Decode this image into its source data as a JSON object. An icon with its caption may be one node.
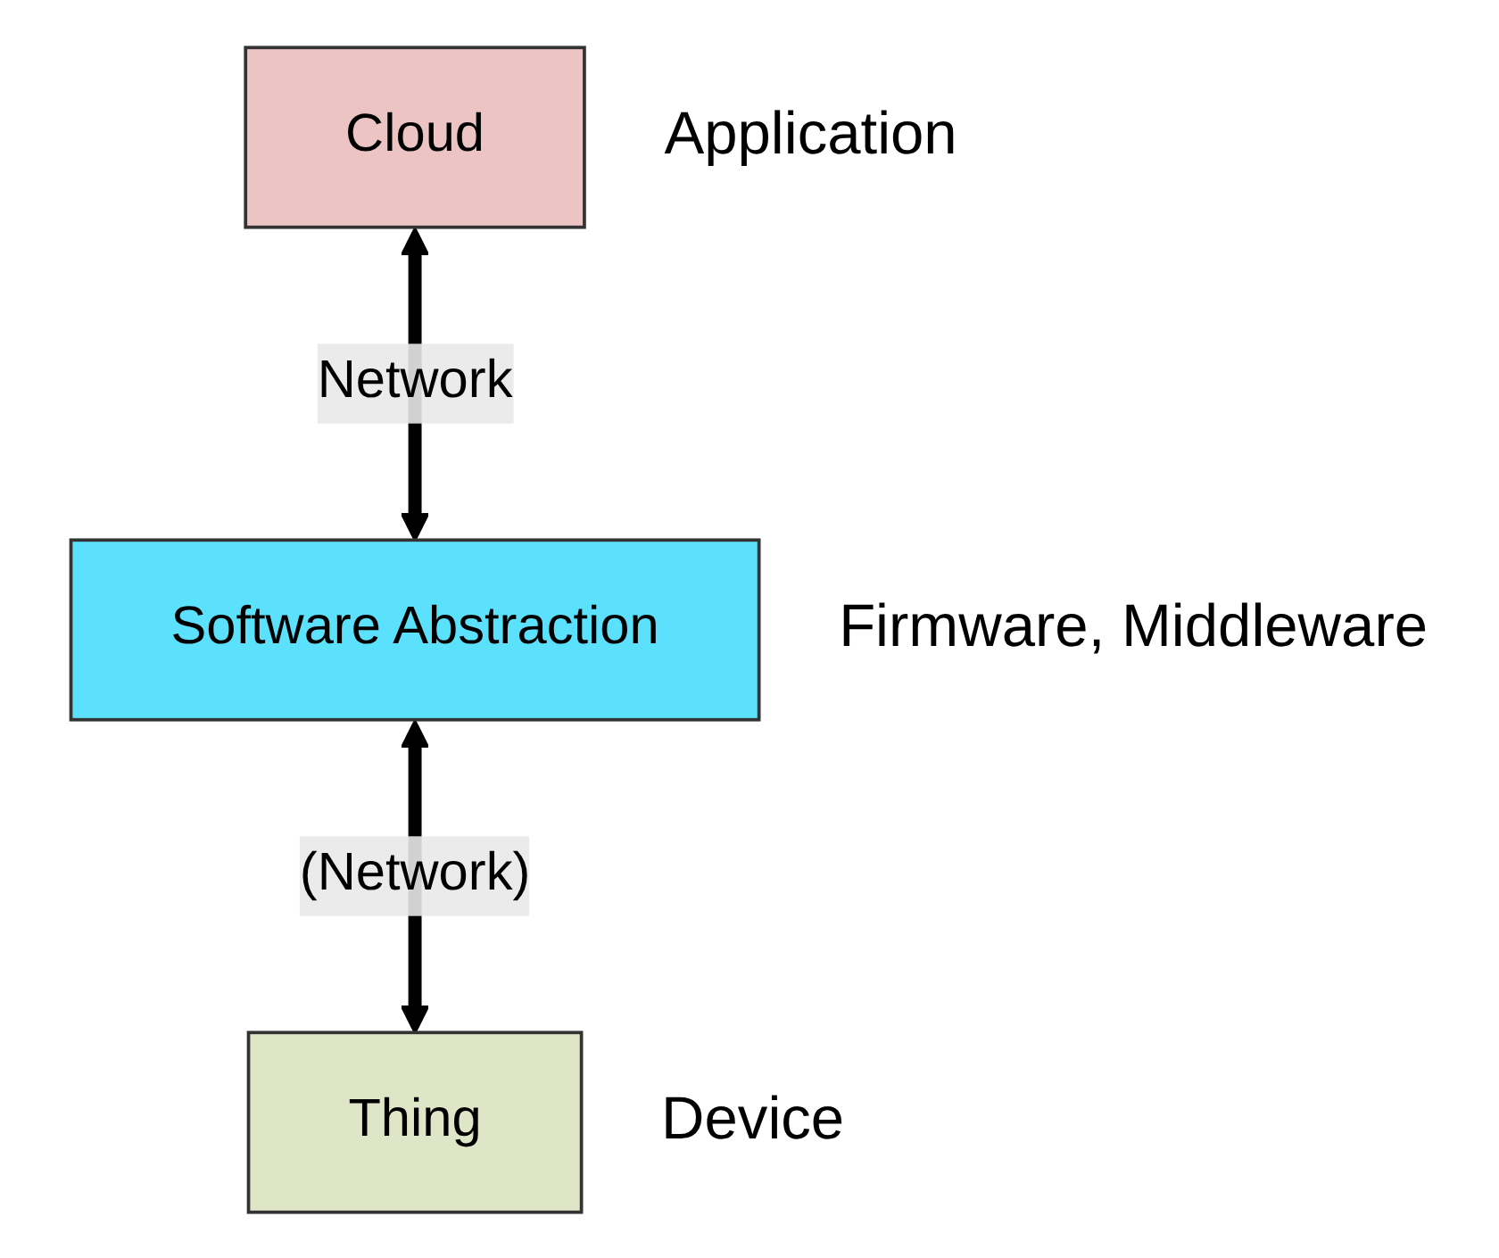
{
  "diagram": {
    "nodes": [
      {
        "text": [
          "Cloud"
        ],
        "beside": [
          "Application"
        ]
      },
      {
        "text": [
          "Software Abstraction"
        ],
        "beside": [
          "Firmware, Middleware"
        ]
      },
      {
        "text": [
          "Thing"
        ],
        "beside": [
          "Device"
        ]
      }
    ],
    "edges": [
      {
        "from": 0,
        "to": 1,
        "arrow": "both",
        "label": "Network"
      },
      {
        "from": 1,
        "to": 2,
        "arrow": "both",
        "label": "(Network)"
      }
    ]
  }
}
